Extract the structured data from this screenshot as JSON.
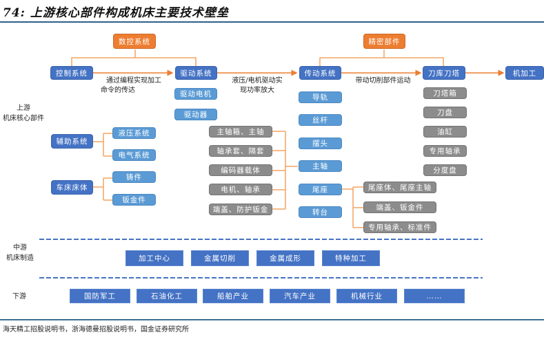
{
  "title": "74: 上游核心部件构成机床主要技术壁垒",
  "upstream": {
    "label_line1": "上游",
    "label_line2": "机床核心部件",
    "cnc_system": "数控系统",
    "precision_parts": "精密部件",
    "chain": [
      "控制系统",
      "驱动系统",
      "传动系统",
      "刀库刀塔",
      "机加工"
    ],
    "chain_notes": [
      "通过编程实现加工命令的传达",
      "液压/电机驱动实现功率放大",
      "带动切削部件运动"
    ],
    "control_note_lines": [
      "通过编程实现加工",
      "命令的传达"
    ],
    "drive_note_lines": [
      "液压/电机驱动实",
      "现功率放大"
    ],
    "drive_children": [
      "驱动电机",
      "驱动器"
    ],
    "auxiliary": {
      "label": "辅助系统",
      "children": [
        "液压系统",
        "电气系统"
      ]
    },
    "bed": {
      "label": "车床床体",
      "children": [
        "铸件",
        "钣金件"
      ]
    },
    "transmission_children": [
      "导轨",
      "丝杆",
      "摆头",
      "主轴",
      "尾座",
      "转台"
    ],
    "spindle_parts": [
      "主轴箱、主轴",
      "轴承套、隔套",
      "编码器载体",
      "电机、轴承",
      "端盖、防护钣金"
    ],
    "tailstock_parts": [
      "尾座体、尾座主轴",
      "端盖、钣金件",
      "专用轴承、标准件"
    ],
    "turret_parts": [
      "刀塔箱",
      "刀盘",
      "油缸",
      "专用轴承",
      "分度盘"
    ]
  },
  "midstream": {
    "label_line1": "中游",
    "label_line2": "机床制造",
    "items": [
      "加工中心",
      "金属切削",
      "金属成形",
      "特种加工"
    ]
  },
  "downstream": {
    "label": "下游",
    "items": [
      "国防军工",
      "石油化工",
      "船舶产业",
      "汽车产业",
      "机械行业",
      "……"
    ]
  },
  "source": "海天精工招股说明书，浙海德曼招股说明书，国金证券研究所",
  "colors": {
    "orange": "#ed7d31",
    "blue": "#4472c4",
    "light_blue": "#5b9bd5",
    "gray": "#8c8c8c",
    "dash": "#4472c4",
    "rule": "#2e5f86"
  }
}
